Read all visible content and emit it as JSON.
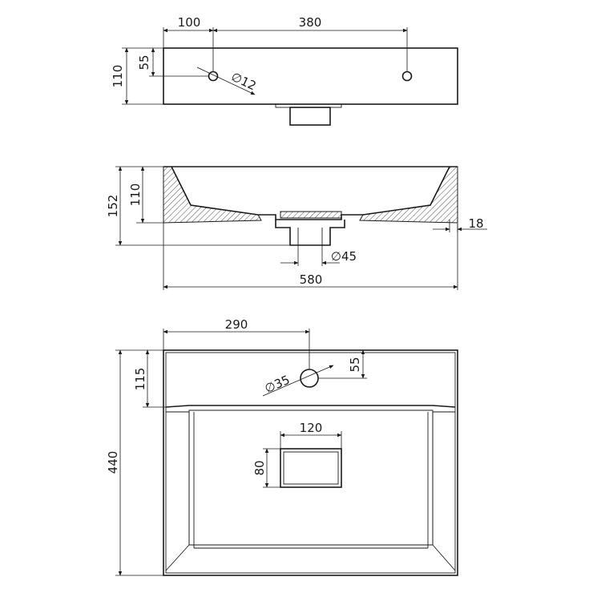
{
  "top_view": {
    "dim_offset": "100",
    "dim_holes": "380",
    "dim_height": "110",
    "dim_hole_pos": "55",
    "dim_hole_dia": "∅12"
  },
  "section_view": {
    "dim_total_height": "152",
    "dim_basin_depth": "110",
    "dim_wall": "18",
    "dim_drain": "∅45",
    "dim_width": "580"
  },
  "plan_view": {
    "dim_tap_offset": "290",
    "dim_deck": "115",
    "dim_tap_pos": "55",
    "dim_tap_dia": "∅35",
    "dim_drain_w": "120",
    "dim_drain_h": "80",
    "dim_depth": "440"
  },
  "colors": {
    "line": "#1a1a1a",
    "background": "#ffffff"
  }
}
